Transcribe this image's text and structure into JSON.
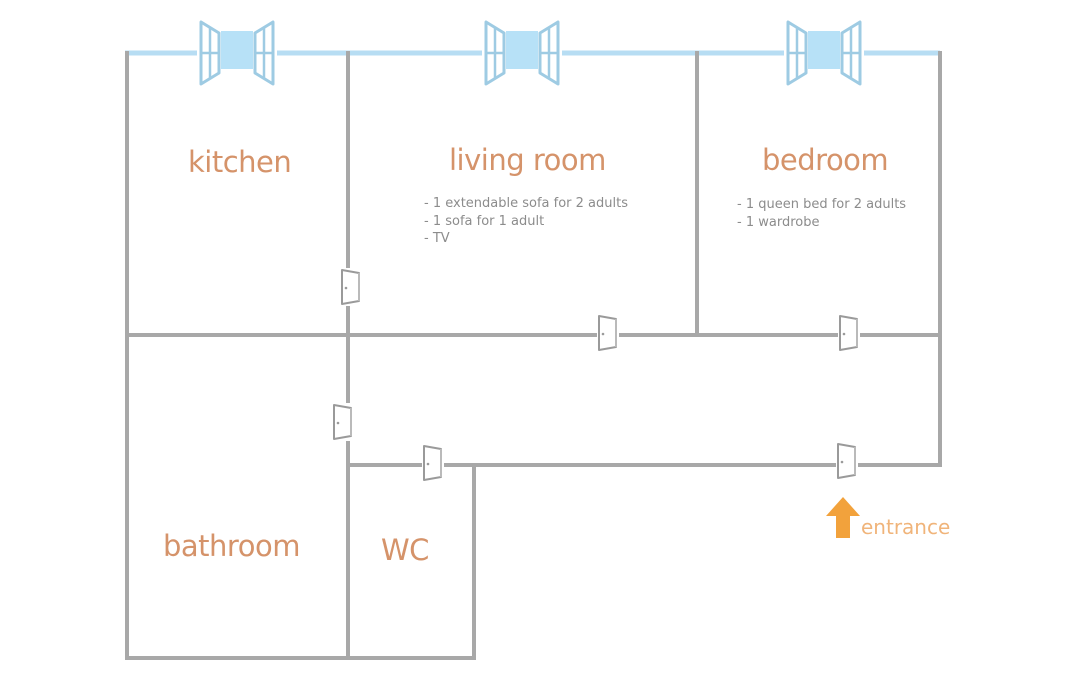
{
  "rooms": {
    "kitchen": {
      "name": "kitchen"
    },
    "living_room": {
      "name": "living room",
      "items": [
        "- 1 extendable sofa for 2 adults",
        "- 1 sofa for 1 adult",
        "- TV"
      ]
    },
    "bedroom": {
      "name": "bedroom",
      "items": [
        "- 1 queen bed for 2 adults",
        "- 1 wardrobe"
      ]
    },
    "bathroom": {
      "name": "bathroom"
    },
    "wc": {
      "name": "WC"
    }
  },
  "entrance": {
    "label": "entrance"
  },
  "colors": {
    "wall": "#a8a8a8",
    "window_frame": "#9ecbe3",
    "window_glass": "#b7e1f7",
    "label": "#d5936a",
    "arrow": "#f2a23c",
    "furniture_text": "#8c8c8c"
  },
  "icons": {
    "window": "window-icon",
    "door": "door-icon",
    "arrow": "arrow-up-icon"
  }
}
